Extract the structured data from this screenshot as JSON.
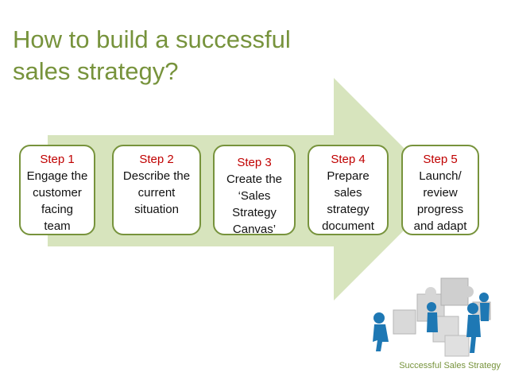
{
  "title": "How to build a successful sales strategy?",
  "steps": [
    {
      "num": "Step 1",
      "text": "Engage the\ncustomer\nfacing\nteam"
    },
    {
      "num": "Step 2",
      "text": "Describe the\ncurrent\nsituation"
    },
    {
      "num": "Step 3",
      "text": "Create the\n‘Sales\nStrategy\nCanvas’"
    },
    {
      "num": "Step 4",
      "text": "Prepare\nsales\nstrategy\ndocument"
    },
    {
      "num": "Step 5",
      "text": "Launch/\nreview\nprogress\nand adapt"
    }
  ],
  "caption": "Successful Sales Strategy",
  "colors": {
    "accent": "#77933C",
    "step_label": "#C00000",
    "arrow_fill": "#D7E4BD"
  },
  "illustration": "puzzle-people-icon"
}
